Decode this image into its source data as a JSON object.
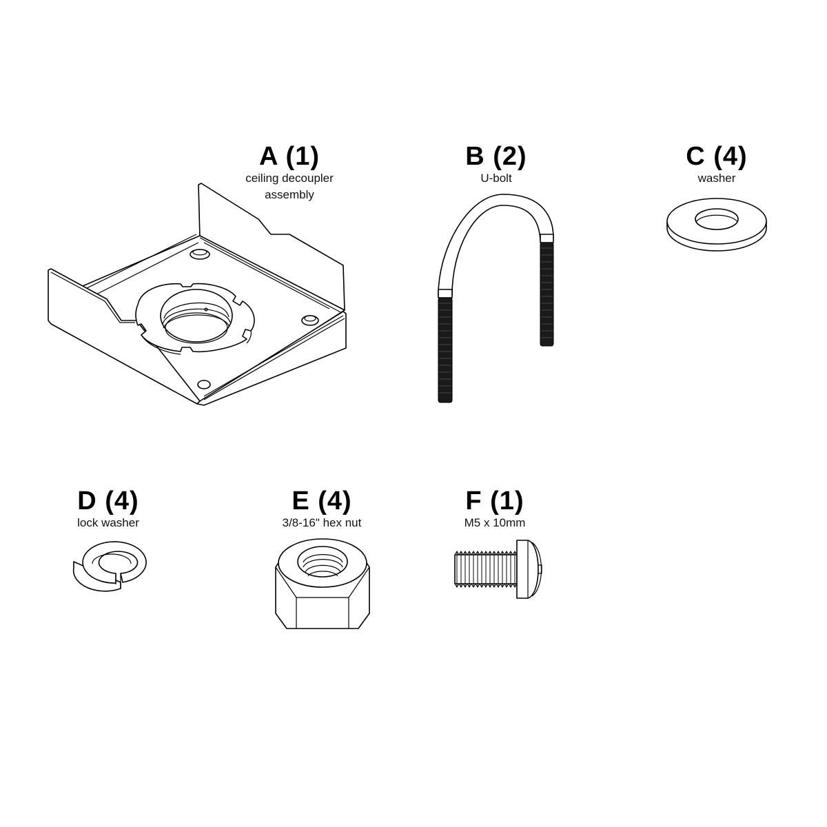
{
  "parts": [
    {
      "id": "A",
      "title": "A (1)",
      "letter": "A",
      "quantity": 1,
      "description_lines": [
        "ceiling decoupler",
        "assembly"
      ],
      "icon": "ceiling-decoupler-bracket-icon"
    },
    {
      "id": "B",
      "title": "B (2)",
      "letter": "B",
      "quantity": 2,
      "description_lines": [
        "U-bolt"
      ],
      "icon": "u-bolt-icon"
    },
    {
      "id": "C",
      "title": "C (4)",
      "letter": "C",
      "quantity": 4,
      "description_lines": [
        "washer"
      ],
      "icon": "flat-washer-icon"
    },
    {
      "id": "D",
      "title": "D (4)",
      "letter": "D",
      "quantity": 4,
      "description_lines": [
        "lock washer"
      ],
      "icon": "lock-washer-icon"
    },
    {
      "id": "E",
      "title": "E (4)",
      "letter": "E",
      "quantity": 4,
      "description_lines": [
        "3/8-16\" hex nut"
      ],
      "icon": "hex-nut-icon"
    },
    {
      "id": "F",
      "title": "F (1)",
      "letter": "F",
      "quantity": 1,
      "description_lines": [
        "M5 x 10mm"
      ],
      "icon": "pan-head-screw-icon"
    }
  ],
  "colors": {
    "background": "#ffffff",
    "line": "#000000",
    "thread": "#1a1a1a"
  }
}
